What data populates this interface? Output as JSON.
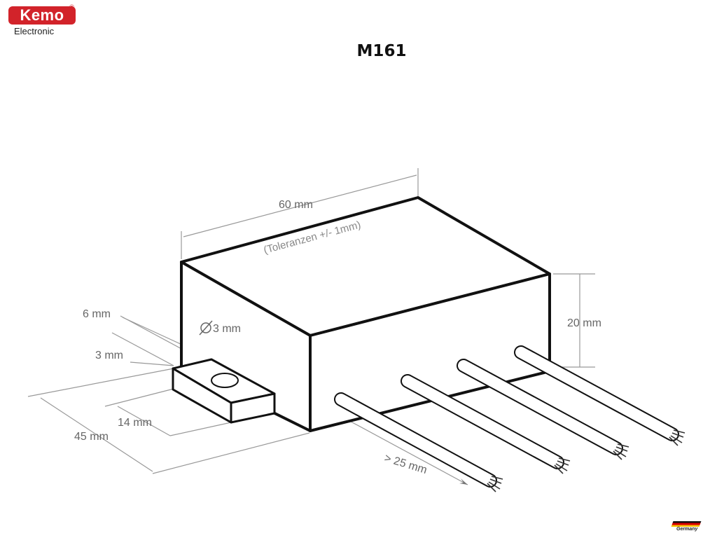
{
  "brand": {
    "name": "Kemo",
    "registered": "®",
    "subtitle": "Electronic"
  },
  "title": "M161",
  "dimensions": {
    "length": "60 mm",
    "tolerance": "(Toleranzen +/- 1mm)",
    "height": "20 mm",
    "tab_width": "6 mm",
    "tab_thickness": "3 mm",
    "hole_diameter": "3 mm",
    "tab_length": "14 mm",
    "depth": "45 mm",
    "wire_length": "> 25 mm"
  },
  "colors": {
    "brand_red": "#d2232a",
    "line": "#111111",
    "dimension": "#888888"
  },
  "made_in": "Germany"
}
